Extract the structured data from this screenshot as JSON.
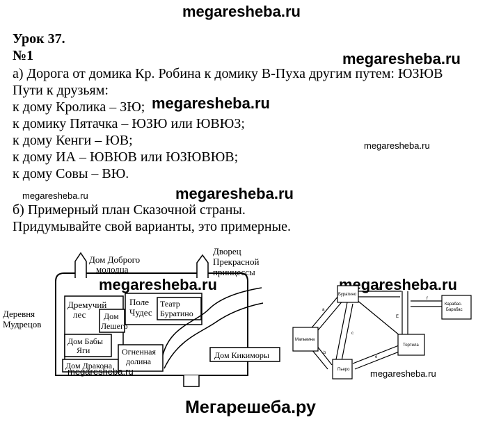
{
  "site_header": "megaresheba.ru",
  "lesson_title": "Урок 37.",
  "task_number": "№1",
  "part_a": "а) Дорога от домика Кр. Робина к домику В-Пуха другим путем: ЮЗЮВ",
  "paths_intro": "Пути к друзьям:",
  "paths": [
    "к дому Кролика – ЗЮ;",
    "к домику Пятачка – ЮЗЮ или ЮВЮЗ;",
    "к дому Кенги – ЮВ;",
    "к дому ИА – ЮВЮВ или ЮЗЮВЮВ;",
    "к дому Совы – ВЮ."
  ],
  "part_b": "б) Примерный план Сказочной страны.",
  "part_b_note": "Придумывайте свой варианты, это примерные.",
  "watermark": "megaresheba.ru",
  "footer": "Мегарешеба.ру",
  "map_left": {
    "house_good_youth": [
      "Дом Доброго",
      "молодца"
    ],
    "palace": [
      "Дворец",
      "Прекрасной",
      "принцессы"
    ],
    "village": [
      "Деревня",
      "Мудрецов"
    ],
    "forest": [
      "Дремучий",
      "лес"
    ],
    "field": [
      "Поле",
      "Чудес"
    ],
    "theatre": [
      "Театр",
      "Буратино"
    ],
    "leshy": [
      "Дом",
      "Лешего"
    ],
    "yaga": [
      "Дом Бабы",
      "Яги"
    ],
    "dragon": "Дом Дракона",
    "fire_valley": [
      "Огненная",
      "долина"
    ],
    "kikimora": "Дом Кикиморы"
  },
  "map_right": {
    "nodes": {
      "buratino": "Буратино",
      "malvina": "Мальвина",
      "pierrot": "Пьеро",
      "tortila": "Тортила",
      "karabas": [
        "Карабас-",
        "Барабас"
      ]
    },
    "edge_labels": [
      "a",
      "b",
      "c",
      "d",
      "e",
      "E",
      "f"
    ]
  }
}
